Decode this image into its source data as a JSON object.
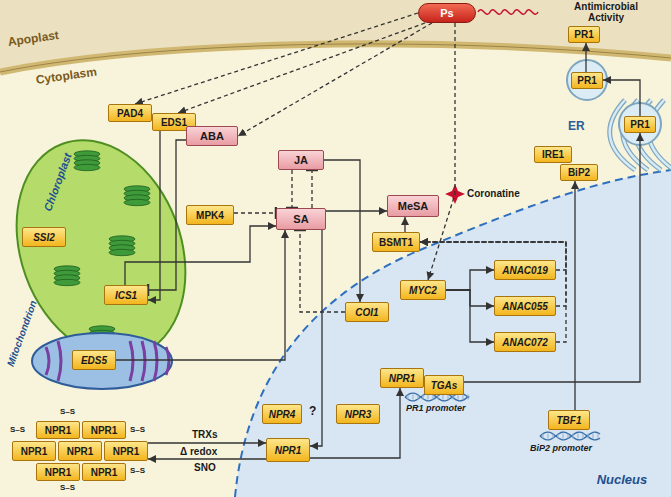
{
  "diagram": {
    "nodes": [
      {
        "text": [
          "Ps"
        ]
      },
      {
        "text": [
          "PR1"
        ]
      },
      {
        "text": [
          "PR1"
        ]
      },
      {
        "text": [
          "PAD4"
        ]
      },
      {
        "text": [
          "EDS1"
        ]
      },
      {
        "text": [
          "ABA"
        ]
      },
      {
        "text": [
          "JA"
        ]
      },
      {
        "text": [
          "PR1"
        ]
      },
      {
        "text": [
          "IRE1"
        ]
      },
      {
        "text": [
          "BiP2"
        ]
      },
      {
        "text": [
          "Chloroplast"
        ]
      },
      {
        "text": [
          "SSI2"
        ],
        "in": 10
      },
      {
        "text": [
          "ICS1"
        ],
        "in": 10
      },
      {
        "text": [
          "MPK4"
        ]
      },
      {
        "text": [
          "SA"
        ]
      },
      {
        "text": [
          "MeSA"
        ]
      },
      {
        "text": [
          "BSMT1"
        ]
      },
      {
        "text": [
          "Mitochondrion"
        ]
      },
      {
        "text": [
          "EDS5"
        ],
        "in": 17
      },
      {
        "text": [
          "Nucleus"
        ]
      },
      {
        "text": [
          "COI1"
        ],
        "in": 19
      },
      {
        "text": [
          "MYC2"
        ],
        "in": 19
      },
      {
        "text": [
          "ANAC019"
        ],
        "in": 19
      },
      {
        "text": [
          "ANAC055"
        ],
        "in": 19
      },
      {
        "text": [
          "ANAC072"
        ],
        "in": 19
      },
      {
        "text": [
          "NPR1"
        ],
        "in": 19
      },
      {
        "text": [
          "TGAs"
        ],
        "in": 19
      },
      {
        "text": [
          "NPR4"
        ],
        "in": 19
      },
      {
        "text": [
          "NPR3"
        ],
        "in": 19
      },
      {
        "text": [
          "NPR1"
        ],
        "in": 19
      },
      {
        "text": [
          "TBF1"
        ],
        "in": 19
      },
      {
        "text": [
          "NPR1"
        ]
      },
      {
        "text": [
          "NPR1"
        ]
      },
      {
        "text": [
          "NPR1"
        ]
      },
      {
        "text": [
          "NPR1"
        ]
      },
      {
        "text": [
          "NPR1"
        ]
      },
      {
        "text": [
          "NPR1"
        ]
      },
      {
        "text": [
          "NPR1"
        ]
      }
    ],
    "edges": [
      {
        "from": 0,
        "to": 3,
        "arrow": "to"
      },
      {
        "from": 0,
        "to": 4,
        "arrow": "to"
      },
      {
        "from": 0,
        "to": 5,
        "arrow": "to"
      },
      {
        "from": 0,
        "to": 21,
        "arrow": "to"
      },
      {
        "from": 4,
        "to": 12,
        "arrow": "to"
      },
      {
        "from": 5,
        "to": 12,
        "arrow": "to"
      },
      {
        "from": 12,
        "to": 14,
        "arrow": "to"
      },
      {
        "from": 14,
        "to": 15,
        "arrow": "to"
      },
      {
        "from": 16,
        "to": 15,
        "arrow": "to"
      },
      {
        "from": 6,
        "to": 14,
        "arrow": "to"
      },
      {
        "from": 14,
        "to": 6,
        "arrow": "to"
      },
      {
        "from": 6,
        "to": 20,
        "arrow": "to"
      },
      {
        "from": 20,
        "to": 14,
        "arrow": "to"
      },
      {
        "from": 13,
        "to": 14,
        "arrow": "to"
      },
      {
        "from": 18,
        "to": 14,
        "arrow": "to"
      },
      {
        "from": 14,
        "to": 29,
        "arrow": "to"
      },
      {
        "from": 29,
        "to": 25,
        "arrow": "to"
      },
      {
        "from": 26,
        "to": 7,
        "arrow": "to"
      },
      {
        "from": 30,
        "to": 9,
        "arrow": "to"
      },
      {
        "from": 7,
        "to": 2,
        "arrow": "to"
      },
      {
        "from": 2,
        "to": 1,
        "arrow": "to"
      },
      {
        "from": 21,
        "to": 22,
        "arrow": "to"
      },
      {
        "from": 21,
        "to": 23,
        "arrow": "to"
      },
      {
        "from": 21,
        "to": 24,
        "arrow": "to"
      },
      {
        "from": 22,
        "to": 16,
        "arrow": "to"
      },
      {
        "from": 23,
        "to": 16,
        "arrow": "to"
      },
      {
        "from": 24,
        "to": 16,
        "arrow": "to"
      },
      {
        "from": 35,
        "to": 29,
        "label": "TRXs",
        "arrow": "to"
      },
      {
        "from": 29,
        "to": 35,
        "label": "SNO",
        "arrow": "to"
      }
    ],
    "labels": [
      "Apoplast",
      "Cytoplasm",
      "Antimicrobial Activity",
      "Coronatine",
      "ER",
      "?",
      "Δ redox",
      "PR1 promoter",
      "BiP2 promoter",
      "S–S",
      "S–S",
      "S–S",
      "S–S",
      "S–S"
    ]
  }
}
